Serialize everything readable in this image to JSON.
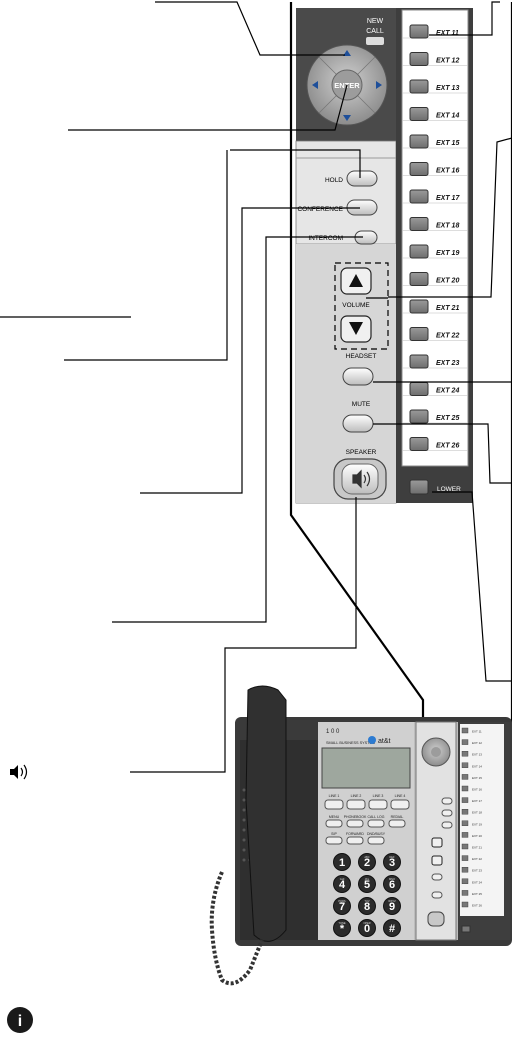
{
  "nav": {
    "new_call_line1": "NEW",
    "new_call_line2": "CALL",
    "enter_label": "ENTER"
  },
  "controls": {
    "hold": "HOLD",
    "conference": "CONFERENCE",
    "intercom": "INTERCOM",
    "volume": "VOLUME",
    "headset": "HEADSET",
    "mute": "MUTE",
    "speaker": "SPEAKER"
  },
  "ext_keys": [
    "EXT 11",
    "EXT 12",
    "EXT 13",
    "EXT 14",
    "EXT 15",
    "EXT 16",
    "EXT 17",
    "EXT 18",
    "EXT 19",
    "EXT 20",
    "EXT 21",
    "EXT 22",
    "EXT 23",
    "EXT 24",
    "EXT 25",
    "EXT 26"
  ],
  "lower_label": "LOWER",
  "phone": {
    "brand": "at&t",
    "model": "1 0 0",
    "system": "SMALL BUSINESS SYSTEM",
    "line_keys": [
      "LINE 1",
      "LINE 2",
      "LINE 3",
      "LINE 4"
    ],
    "func_keys_row1": [
      "MENU",
      "PHONEBOOK",
      "CALL LOG",
      "REDIAL"
    ],
    "func_keys_row2": [
      "SIP",
      "FORWARD",
      "DND/BUSY"
    ],
    "dial_keys": [
      "1",
      "2",
      "3",
      "4",
      "5",
      "6",
      "7",
      "8",
      "9",
      "*",
      "0",
      "#"
    ],
    "dial_letters": [
      "",
      "ABC",
      "DEF",
      "GHI",
      "JKL",
      "MNO",
      "PQRS",
      "TUV",
      "WXYZ",
      "TONE",
      "OPER",
      ""
    ]
  },
  "colors": {
    "panel_dark": "#4a4a4a",
    "panel_light": "#e9e9e9",
    "key_gray": "#8a8a8a",
    "line": "#000000"
  }
}
